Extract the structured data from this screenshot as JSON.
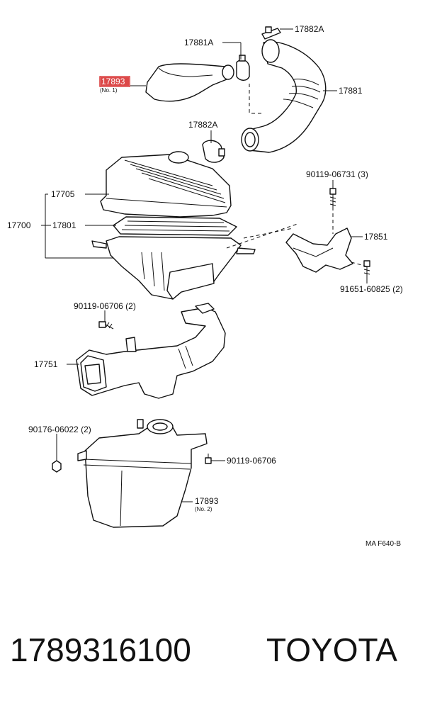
{
  "diagram": {
    "labels": {
      "p17882a_top": "17882A",
      "p17881a": "17881A",
      "p17893_no1": "17893",
      "p17893_no1_sub": "(No. 1)",
      "p17881": "17881",
      "p17882a_mid": "17882A",
      "b90119_06731": "90119-06731 (3)",
      "p17705": "17705",
      "p17700": "17700",
      "p17801": "17801",
      "p17851": "17851",
      "b91651_60825": "91651-60825 (2)",
      "b90119_06706_a": "90119-06706 (2)",
      "p17751": "17751",
      "b90176_06022": "90176-06022 (2)",
      "b90119_06706_b": "90119-06706",
      "p17893_no2": "17893",
      "p17893_no2_sub": "(No. 2)",
      "code": "MA F640-B"
    },
    "highlight_color": "#d62828"
  },
  "footer": {
    "part_number": "1789316100",
    "brand": "TOYOTA"
  }
}
